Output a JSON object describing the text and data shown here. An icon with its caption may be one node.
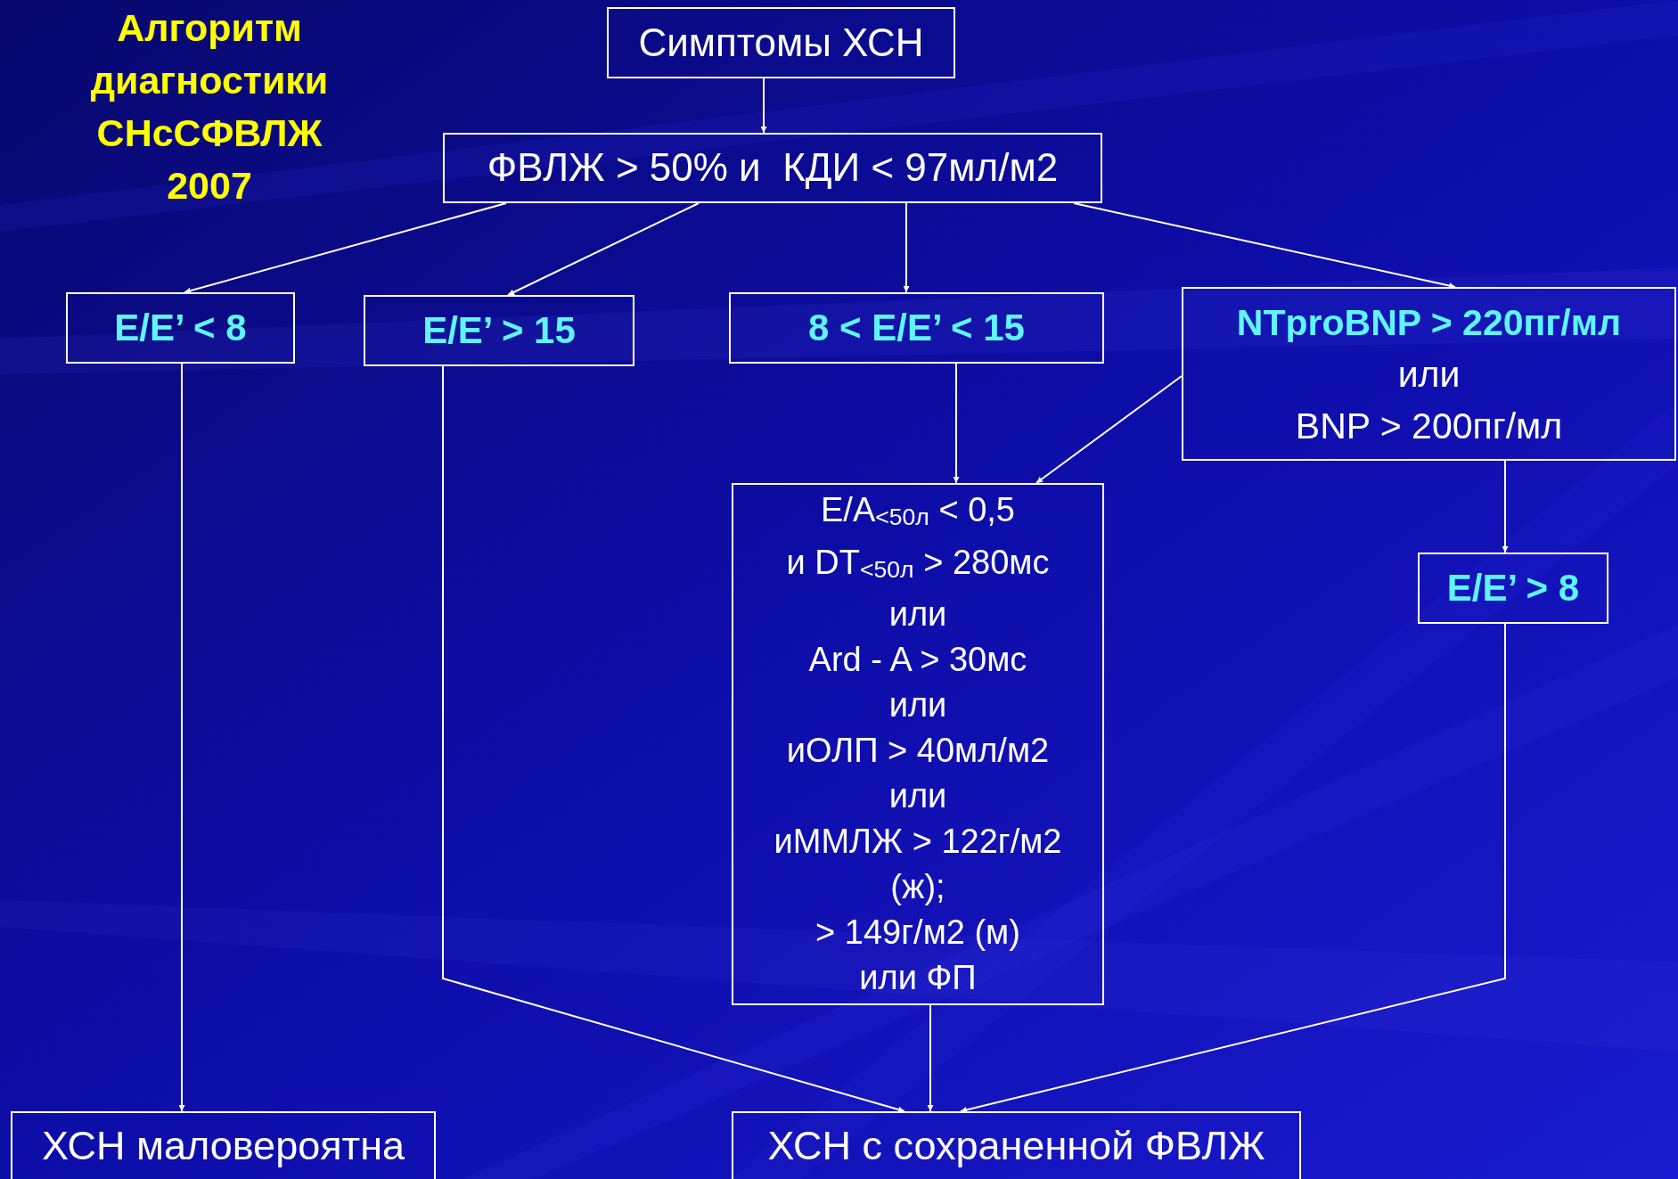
{
  "diagram": {
    "title": "Алгоритм диагностики СНсСФВЛЖ 2007",
    "nodes": [
      {
        "text": [
          "Симптомы ХСН"
        ]
      },
      {
        "text": [
          "ФВЛЖ > 50% и  КДИ < 97мл/м2"
        ]
      },
      {
        "text": [
          "E/E’ < 8"
        ]
      },
      {
        "text": [
          "E/E’ > 15"
        ]
      },
      {
        "text": [
          "8 < E/E’ < 15"
        ]
      },
      {
        "text": [
          "NTproBNP > 220пг/мл",
          "или",
          "BNP > 200пг/мл"
        ]
      },
      {
        "text": [
          "E/A$_{<50л}$ < 0,5",
          "и DT$_{<50л}$ > 280мс",
          "или",
          "Ard - A > 30мс",
          "или",
          "иОЛП > 40мл/м2",
          "или",
          "иММЛЖ > 122г/м2 (ж);",
          "> 149г/м2 (м)",
          "или ФП"
        ]
      },
      {
        "text": [
          "E/E’ > 8"
        ]
      },
      {
        "text": [
          "ХСН маловероятна"
        ]
      },
      {
        "text": [
          "ХСН с сохраненной ФВЛЖ"
        ]
      }
    ],
    "edges": [
      {
        "from": 0,
        "to": 1,
        "arrow": "to"
      },
      {
        "from": 1,
        "to": 2,
        "arrow": "to"
      },
      {
        "from": 1,
        "to": 3,
        "arrow": "to"
      },
      {
        "from": 1,
        "to": 4,
        "arrow": "to"
      },
      {
        "from": 1,
        "to": 5,
        "arrow": "to"
      },
      {
        "from": 4,
        "to": 6,
        "arrow": "to"
      },
      {
        "from": 5,
        "to": 6,
        "arrow": "to"
      },
      {
        "from": 5,
        "to": 7,
        "arrow": "to"
      },
      {
        "from": 2,
        "to": 8,
        "arrow": "to"
      },
      {
        "from": 3,
        "to": 9,
        "arrow": "to"
      },
      {
        "from": 6,
        "to": 9,
        "arrow": "to"
      },
      {
        "from": 7,
        "to": 9,
        "arrow": "to"
      }
    ]
  }
}
